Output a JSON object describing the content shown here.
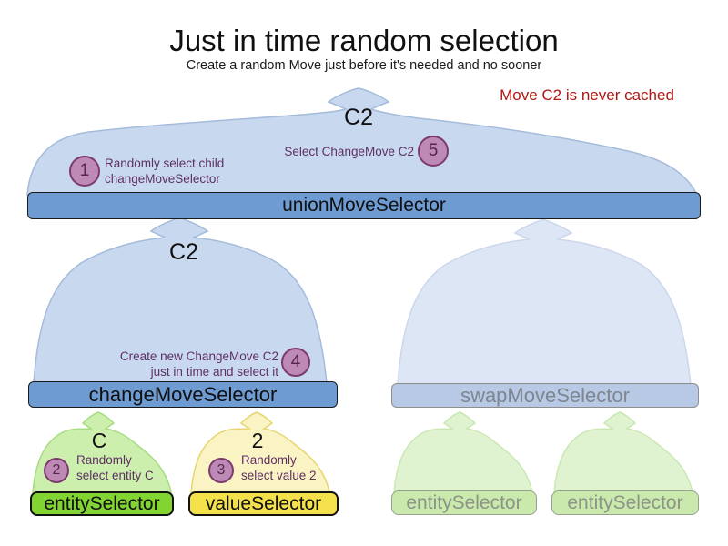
{
  "header": {
    "title": "Just in time random selection",
    "subtitle": "Create a random Move just before it's needed and no sooner",
    "note": "Move C2 is never cached"
  },
  "selectors": {
    "union": "unionMoveSelector",
    "change": "changeMoveSelector",
    "swap": "swapMoveSelector",
    "entity": "entitySelector",
    "value": "valueSelector",
    "entity_faded_1": "entitySelector",
    "entity_faded_2": "entitySelector"
  },
  "labels": {
    "move_top": "C2",
    "move_mid": "C2",
    "entity_pick": "C",
    "value_pick": "2"
  },
  "steps": [
    {
      "num": "1",
      "line1": "Randomly select child",
      "line2": "changeMoveSelector"
    },
    {
      "num": "2",
      "line1": "Randomly",
      "line2": "select entity C"
    },
    {
      "num": "3",
      "line1": "Randomly",
      "line2": "select value 2"
    },
    {
      "num": "4",
      "line1": "Create new ChangeMove C2",
      "line2": "just in time and select it"
    },
    {
      "num": "5",
      "line1": "Select ChangeMove C2",
      "line2": ""
    }
  ],
  "colors": {
    "bar_blue": "#6f9bd3",
    "bar_blue_faded": "#b7c9e4",
    "funnel_blue": "#c8d9ef",
    "funnel_blue_faded": "#dde6f4",
    "bar_green": "#82d433",
    "funnel_green": "#cdefae",
    "bar_green_faded": "#c9e9ad",
    "funnel_green_faded": "#e0f3d0",
    "bar_yellow": "#f4e04a",
    "funnel_yellow": "#faf3c3",
    "step_circle_fill": "#bc8ab4",
    "step_circle_border": "#7c3a6f",
    "annotation_text": "#5e2f63",
    "note_red": "#b11815"
  }
}
